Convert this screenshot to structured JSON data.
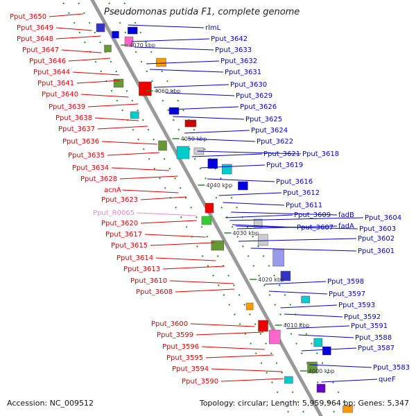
{
  "title": "Pseudomonas putida F1, complete genome",
  "footer": {
    "accession": "Accession: NC_009512",
    "topology": "Topology: circular; Length: 5,959,964 bp; Genes: 5,347"
  },
  "colors": {
    "backbone": "#999999",
    "left_labels": "#dd0000",
    "right_labels": "#0000cc",
    "rna_label": "#ee88cc",
    "tick": "#228822"
  },
  "kbp_ticks": [
    "4070 kbp",
    "4060 kbp",
    "4050 kbp",
    "4040 kbp",
    "4030 kbp",
    "4020 kbp",
    "4010 kbp",
    "4000 kbp"
  ],
  "left_labels": [
    "Pput_3650",
    "Pput_3649",
    "Pput_3648",
    "Pput_3647",
    "Pput_3646",
    "Pput_3644",
    "Pput_3641",
    "Pput_3640",
    "Pput_3639",
    "Pput_3638",
    "Pput_3637",
    "Pput_3636",
    "Pput_3635",
    "Pput_3634",
    "Pput_3628",
    "acnA",
    "Pput_3623",
    "Pput_R0065",
    "Pput_3620",
    "Pput_3617",
    "Pput_3615",
    "Pput_3614",
    "Pput_3613",
    "Pput_3610",
    "Pput_3608",
    "Pput_3600",
    "Pput_3599",
    "Pput_3596",
    "Pput_3595",
    "Pput_3594",
    "Pput_3590"
  ],
  "right_labels": [
    "rlmL",
    "Pput_3642",
    "Pput_3633",
    "Pput_3632",
    "Pput_3631",
    "Pput_3630",
    "Pput_3629",
    "Pput_3626",
    "Pput_3625",
    "Pput_3624",
    "Pput_3622",
    "Pput_3621",
    "Pput_3618",
    "Pput_3619",
    "Pput_3616",
    "Pput_3612",
    "Pput_3611",
    "Pput_3609",
    "fadB",
    "Pput_3604",
    "Pput_3607",
    "fadA",
    "Pput_3603",
    "Pput_3602",
    "Pput_3601",
    "Pput_3598",
    "Pput_3597",
    "Pput_3593",
    "Pput_3592",
    "Pput_3591",
    "Pput_3588",
    "Pput_3587",
    "Pput_3583",
    "queF"
  ]
}
